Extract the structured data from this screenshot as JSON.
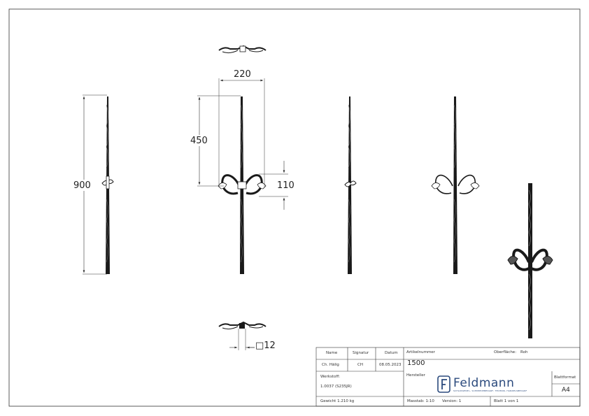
{
  "dimensions": {
    "height_total": "900",
    "height_half": "450",
    "width_scroll": "220",
    "scroll_height": "110",
    "bar_section": "□12"
  },
  "title_block": {
    "name_header": "Name",
    "signatur_header": "Signatur",
    "datum_header": "Datum",
    "name_value": "Ch. Hälig",
    "signatur_value": "CH",
    "datum_value": "08.05.2023",
    "artikelnummer_label": "Artikelnummer",
    "artikelnummer_value": "1500",
    "oberflaeche_label": "Oberfläche:",
    "oberflaeche_value": "Roh",
    "werkstoff_label": "Werkstoff:",
    "werkstoff_value": "1.0037 (S235JR)",
    "hersteller_label": "Hersteller",
    "logo_name": "Feldmann",
    "logo_tagline": "SCHLOSSEREI-, SCHMIEDEBEDARF, TECHNIK, HANDELSBEDARF",
    "blattformat_label": "Blattformat",
    "blattformat_value": "A4",
    "gewicht": "Gewicht 1.210 kg",
    "massstab": "Masstab: 1:10",
    "version": "Version: 1",
    "blatt": "Blatt 1 von 1"
  },
  "colors": {
    "line": "#333333",
    "steel": "#1a1a1a",
    "logo": "#2b4a7d"
  },
  "icons": {
    "logo": "feldmann-f-logo-icon"
  }
}
